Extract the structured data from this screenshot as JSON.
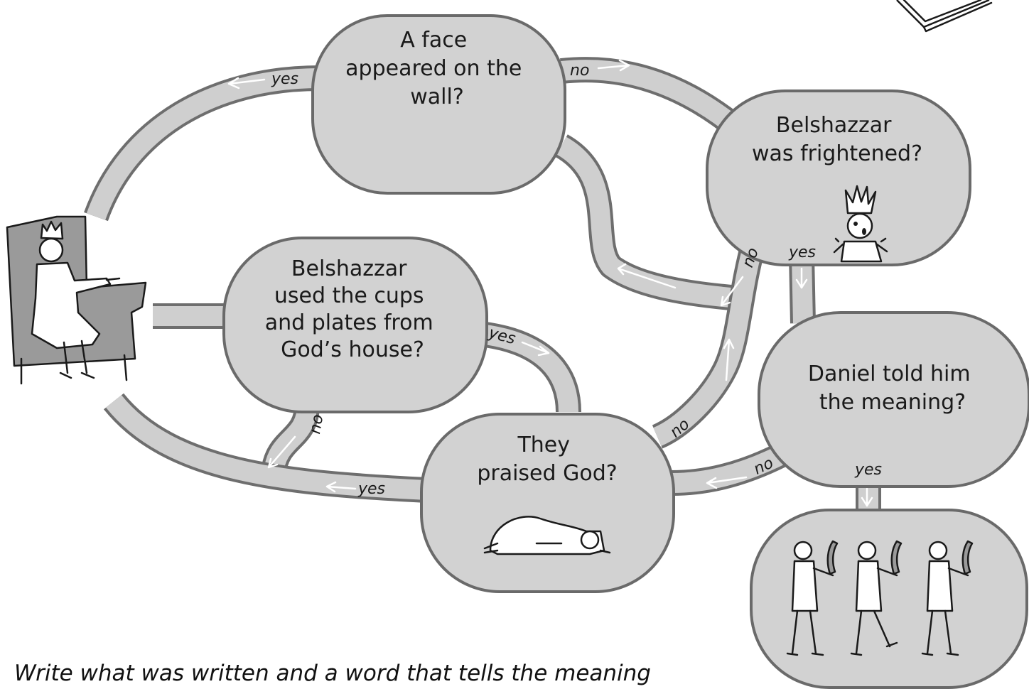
{
  "nodes": {
    "face": {
      "lines": [
        "A face",
        "appeared on the",
        "wall?"
      ]
    },
    "frightened": {
      "lines": [
        "Belshazzar",
        "was frightened?"
      ]
    },
    "cups": {
      "lines": [
        "Belshazzar",
        "used the cups",
        "and plates from",
        "God’s house?"
      ]
    },
    "praised": {
      "lines": [
        "They",
        "praised God?"
      ]
    },
    "daniel": {
      "lines": [
        "Daniel told him",
        "the meaning?"
      ]
    }
  },
  "labels": {
    "face_yes": "yes",
    "face_no": "no",
    "frightened_no": "no",
    "frightened_yes": "yes",
    "cups_yes": "yes",
    "cups_no": "no",
    "praised_no": "no",
    "praised_yes": "yes",
    "daniel_no": "no",
    "daniel_yes": "yes"
  },
  "instruction": "Write what was written and a word that tells the meaning"
}
